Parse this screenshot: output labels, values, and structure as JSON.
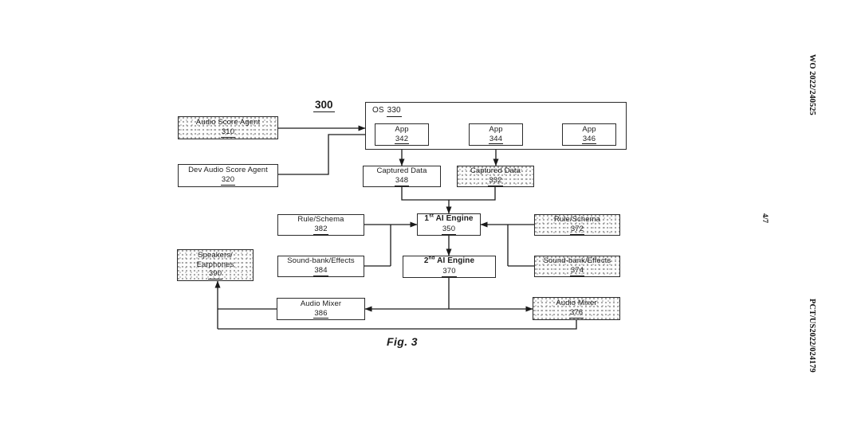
{
  "figure": {
    "diagram_number": "300",
    "caption": "Fig. 3"
  },
  "page_margin": {
    "publication_number": "WO 2022/240525",
    "sheet_number": "4/7",
    "application_number": "PCT/US2022/024179"
  },
  "nodes": {
    "audio_score_agent": {
      "label": "Audio Score Agent",
      "ref": "310"
    },
    "dev_audio_score_agent": {
      "label": "Dev Audio Score Agent",
      "ref": "320"
    },
    "os": {
      "label": "OS",
      "ref": "330"
    },
    "app_342": {
      "label": "App",
      "ref": "342"
    },
    "app_344": {
      "label": "App",
      "ref": "344"
    },
    "app_346": {
      "label": "App",
      "ref": "346"
    },
    "captured_data_348": {
      "label": "Captured Data",
      "ref": "348"
    },
    "captured_data_332": {
      "label": "Captured Data",
      "ref": "332"
    },
    "rule_schema_382": {
      "label": "Rule/Schema",
      "ref": "382"
    },
    "ai_engine_1": {
      "num": "1",
      "sup": "st",
      "rest": " AI Engine",
      "ref": "350"
    },
    "rule_schema_372": {
      "label": "Rule/Schema",
      "ref": "372"
    },
    "speakers": {
      "line1": "Speakers/",
      "line2": "Earphones",
      "ref": "390"
    },
    "sound_bank_384": {
      "label": "Sound-bank/Effects",
      "ref": "384"
    },
    "ai_engine_2": {
      "num": "2",
      "sup": "nd",
      "rest": " AI Engine",
      "ref": "370"
    },
    "sound_bank_374": {
      "label": "Sound-bank/Effects",
      "ref": "374"
    },
    "audio_mixer_386": {
      "label": "Audio Mixer",
      "ref": "386"
    },
    "audio_mixer_376": {
      "label": "Audio Mixer",
      "ref": "376"
    }
  }
}
